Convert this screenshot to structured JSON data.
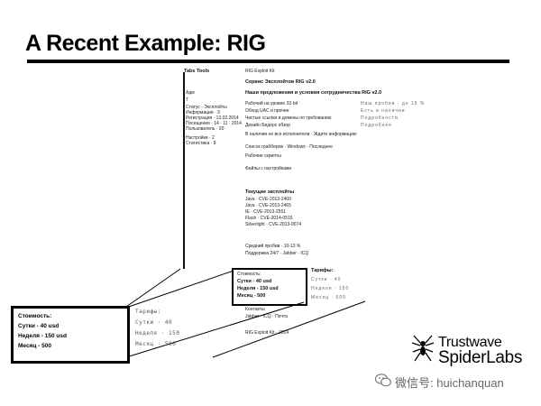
{
  "slide": {
    "title": "A Recent Example: RIG"
  },
  "screenshot": {
    "sidebar_head": "Tabs Tools",
    "sidebar_items": [
      "Адм",
      "Т",
      "Статус - Эксплойты",
      "Информация · 3",
      "Регистрация · 13.02.2014",
      "Посещения · 14 · 11 · 2014",
      "Пользователь · 20",
      "Настройки · 2",
      "Статистика · 8"
    ],
    "top_link": "RIG Exploit Kit",
    "header": "Сервис Эксплойтов RIG v2.0",
    "features_title": "Наши предложения и условия сотрудничества RIG v2.0",
    "features": [
      "Рабочий на уровне 32-bit",
      "Обход UAC и прочие",
      "Чистые ссылки и домены по требованию",
      "Дизайн Бидерс обзор"
    ],
    "features_right": [
      "Наш пробив · до 15 %",
      "Есть в наличии",
      "Подробности",
      "Подробнее"
    ],
    "notice": "В наличии не все исполнители · Ждите информацию",
    "line2": "Список грабберов · Windows · Последнее",
    "line3": "Рабочие скрипты",
    "line4": "Файлы с настройками",
    "cves_title": "Текущие эксплойты",
    "cves": [
      "Java · CVE-2013-2460",
      "Java · CVE-2013-2465",
      "IE · CVE-2013-2551",
      "Flash · CVE-2014-0515",
      "Silverlight · CVE-2013-0074"
    ],
    "pricing_line": "Средний пробив · 10-13 %",
    "support": "Поддержка 24/7 · Jabber · ICQ",
    "small_box": [
      "Стоимость:",
      "Сутки - 40 usd",
      "Неделя - 150 usd",
      "Месяц - 500"
    ],
    "right_prices_title": "Тарифы:",
    "right_prices": [
      "Сутки · 40",
      "Неделя · 150",
      "Месяц · 500"
    ],
    "footer_lines": [
      "Контакты",
      "Jabber · ICQ · Почта"
    ],
    "bottom_notice": "RIG Exploit Kit · 2014"
  },
  "zoom": {
    "big_box": [
      "Стоимость:",
      "Сутки - 40 usd",
      "Неделя - 150 usd",
      "Месяц - 500"
    ],
    "mono_lines": [
      "Тарифы:",
      "Сутки · 40",
      "Неделя · 150",
      "Месяц · 500"
    ]
  },
  "branding": {
    "company": "Trustwave",
    "product": "SpiderLabs",
    "watermark": "微信号: huichanquan"
  },
  "colors": {
    "text": "#000000",
    "background": "#ffffff",
    "muted": "#666666"
  }
}
